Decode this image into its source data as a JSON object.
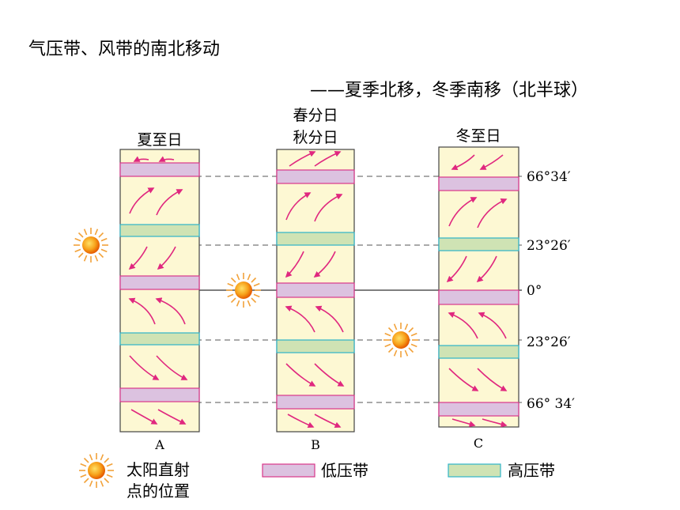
{
  "title": "气压带、风带的南北移动",
  "subtitle": "——夏季北移，冬季南移（北半球）",
  "columns": [
    {
      "id": "A",
      "header_lines": [
        "夏至日"
      ],
      "letter": "A"
    },
    {
      "id": "B",
      "header_lines": [
        "春分日",
        "秋分日"
      ],
      "letter": "B"
    },
    {
      "id": "C",
      "header_lines": [
        "冬至日"
      ],
      "letter": "C"
    }
  ],
  "latitudes": [
    "66°34′",
    "23°26′",
    "0°",
    "23°26′",
    "66° 34′"
  ],
  "legend": {
    "sun_line1": "太阳直射",
    "sun_line2": "点的位置",
    "low": "低压带",
    "high": "高压带"
  },
  "colors": {
    "column_bg": "#fdf8d3",
    "low_fill": "#dcc2e0",
    "low_border": "#d9378a",
    "high_fill": "#cfe3b4",
    "high_border": "#2fb4c8",
    "arrow": "#e0287f",
    "sun_core": "#f57c00",
    "sun_ray": "#f2a23a"
  }
}
